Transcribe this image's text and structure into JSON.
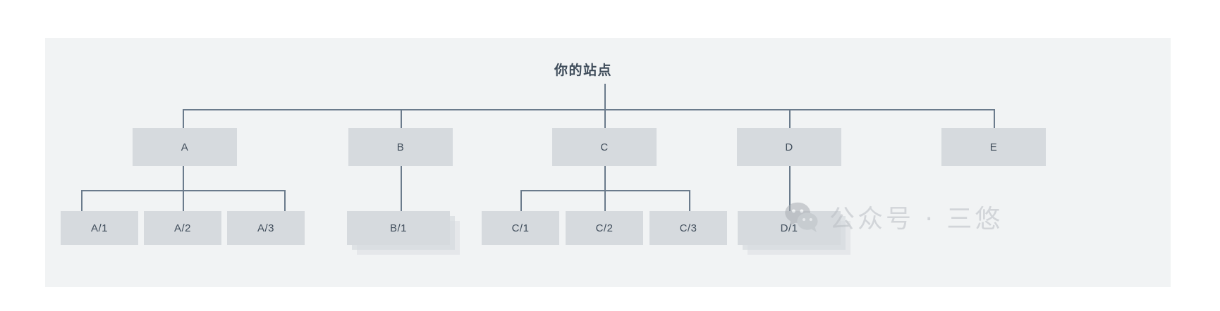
{
  "canvas": {
    "background": "#f1f3f4",
    "node_fill": "#d6dade",
    "node_text_color": "#3f4c5a",
    "line_color": "#6b7b8c"
  },
  "diagram": {
    "type": "sitemap-tree",
    "root": {
      "label": "你的站点"
    },
    "level1": [
      {
        "id": "A",
        "label": "A"
      },
      {
        "id": "B",
        "label": "B"
      },
      {
        "id": "C",
        "label": "C"
      },
      {
        "id": "D",
        "label": "D"
      },
      {
        "id": "E",
        "label": "E"
      }
    ],
    "level2": {
      "A": [
        {
          "label": "A/1",
          "stacked": false
        },
        {
          "label": "A/2",
          "stacked": false
        },
        {
          "label": "A/3",
          "stacked": false
        }
      ],
      "B": [
        {
          "label": "B/1",
          "stacked": true
        }
      ],
      "C": [
        {
          "label": "C/1",
          "stacked": false
        },
        {
          "label": "C/2",
          "stacked": false
        },
        {
          "label": "C/3",
          "stacked": false
        }
      ],
      "D": [
        {
          "label": "D/1",
          "stacked": true
        }
      ],
      "E": []
    }
  },
  "watermark": {
    "logo": "wechat-icon",
    "text": "公众号 · 三悠",
    "color": "#b9bec3"
  }
}
